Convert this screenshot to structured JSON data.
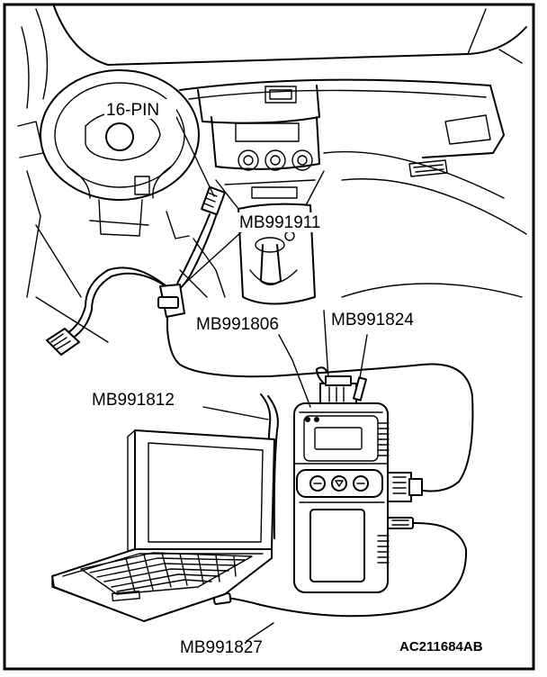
{
  "labels": {
    "pin": "16-PIN",
    "mb991911": "MB991911",
    "mb991806": "MB991806",
    "mb991824": "MB991824",
    "mb991812": "MB991812",
    "mb991827": "MB991827",
    "figure_code": "AC211684AB"
  }
}
